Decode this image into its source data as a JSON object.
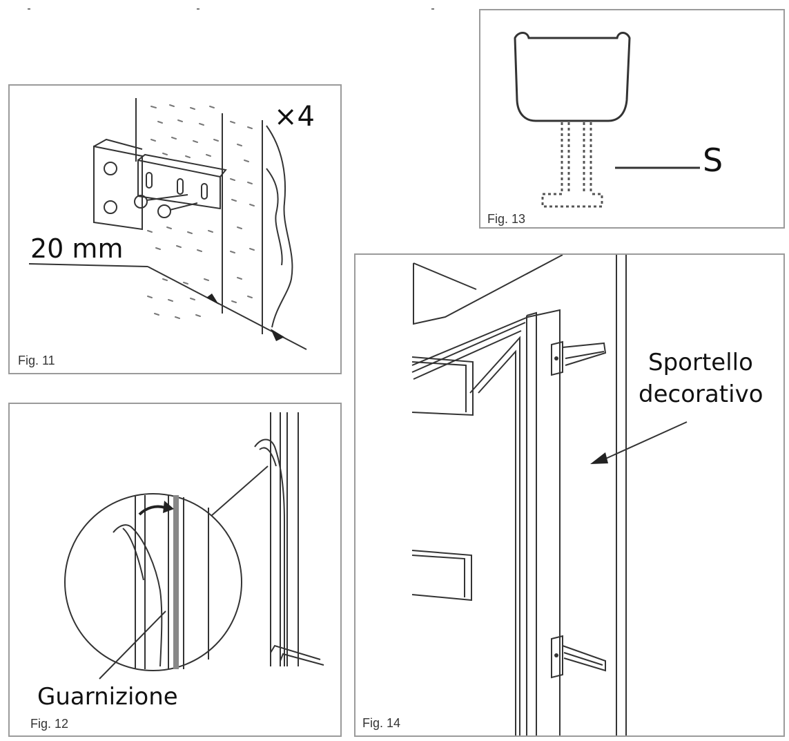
{
  "figures": {
    "fig11": {
      "label": "Fig. 11",
      "quantity": "×4",
      "distance": "20 mm"
    },
    "fig12": {
      "label": "Fig. 12",
      "part": "Guarnizione"
    },
    "fig13": {
      "label": "Fig. 13",
      "marker": "S"
    },
    "fig14": {
      "label": "Fig. 14",
      "part_line1": "Sportello",
      "part_line2": "decorativo"
    }
  }
}
